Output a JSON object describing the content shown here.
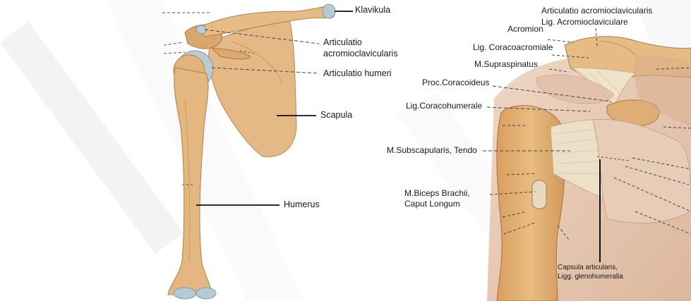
{
  "left_panel": {
    "labels": {
      "klavikula": "Klavikula",
      "articulatio_ac": [
        "Articulatio",
        "acromioclavicularis"
      ],
      "articulatio_humeri": "Articulatio humeri",
      "scapula": "Scapula",
      "humerus": "Humerus"
    }
  },
  "right_panel": {
    "labels": {
      "art_ac": "Articulatio acromioclavicularis",
      "lig_ac": "Lig. Acromioclaviculare",
      "acromion": "Acromion",
      "lig_coracoacromiale": "Lig. Coracoacromiale",
      "m_supraspinatus": "M.Supraspinatus",
      "proc_coracoideus": "Proc.Coracoideus",
      "lig_coracohumerale": "Lig.Coracohumerale",
      "m_subscapularis": "M.Subscapularis, Tendo",
      "m_biceps": [
        "M.Biceps Brachii,",
        "Caput Longum"
      ],
      "capsula": [
        "Capsula articularis,",
        "Ligg. glenohumeralia"
      ]
    }
  },
  "colors": {
    "bone": "#e2b47c",
    "bone_dark": "#c08a52",
    "cartilage": "#b9cdd4",
    "ligament": "#e8dcc4",
    "muscle_bg": "#ecd2c0",
    "watermark": "#f2f2f2"
  }
}
